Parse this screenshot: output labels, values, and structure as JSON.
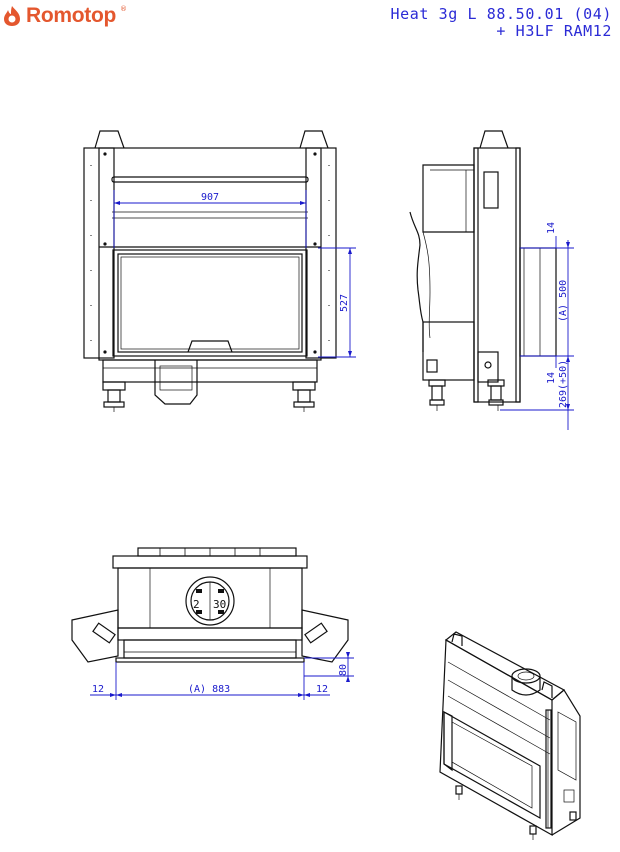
{
  "header": {
    "brand": "Romotop",
    "model_line1": "Heat 3g L 88.50.01 (04)",
    "model_line2": "+ H3LF RAM12"
  },
  "front_view": {
    "width_dim": "907",
    "height_dim": "527"
  },
  "side_view": {
    "dim_top_gap": "14",
    "dim_opening": "(A) 500",
    "dim_bottom_gap": "14",
    "dim_base": "269(+50)"
  },
  "top_view": {
    "flue_label_left": "2",
    "flue_label_right": "30",
    "dim_left": "12",
    "dim_width": "(A) 883",
    "dim_right": "12",
    "dim_depth": "80"
  },
  "colors": {
    "brand": "#e4572e",
    "dimension": "#1a1acc",
    "line": "#111111"
  }
}
